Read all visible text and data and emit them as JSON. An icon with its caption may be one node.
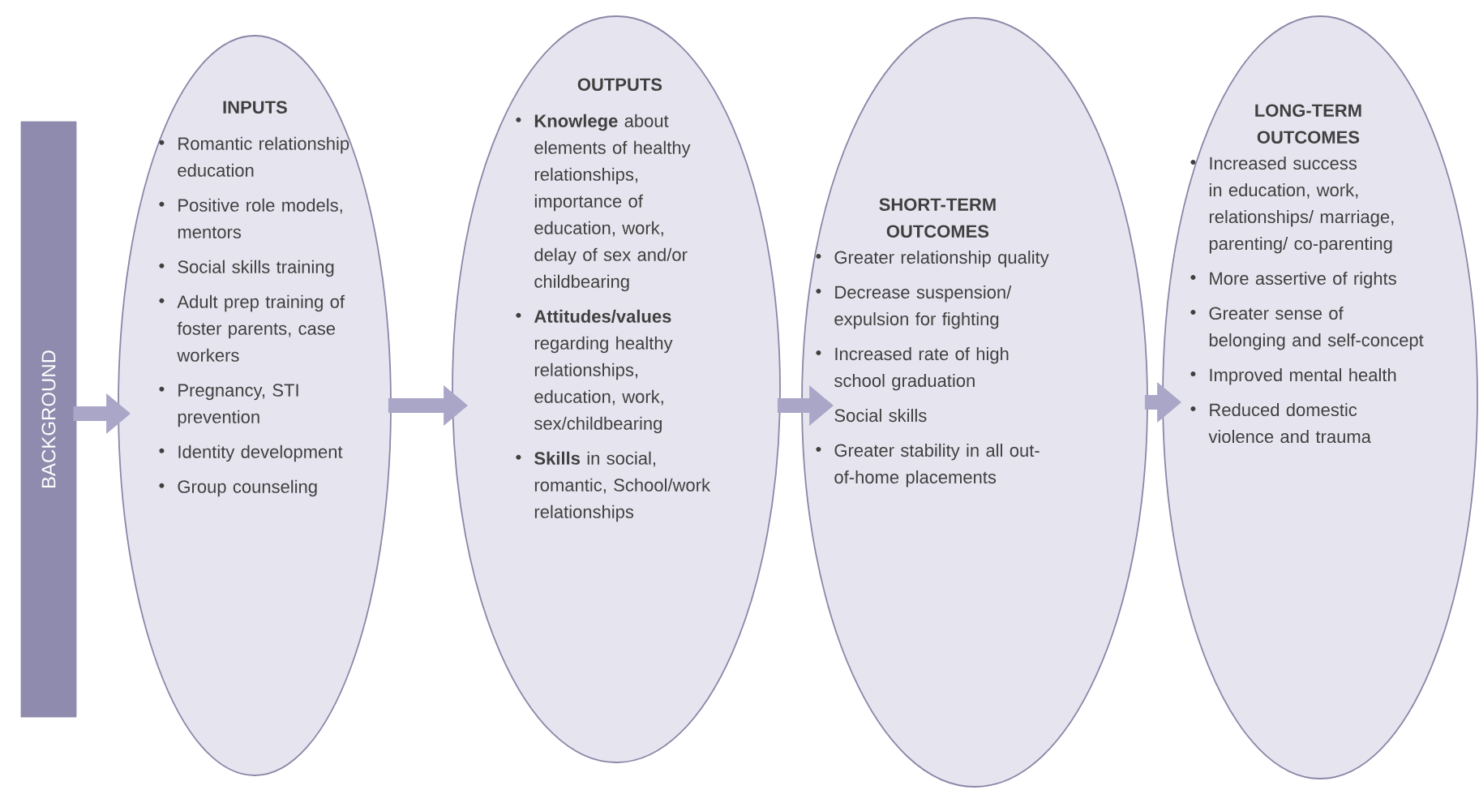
{
  "diagram": {
    "nodes": [
      {
        "text": [
          "BACKGROUND"
        ]
      },
      {
        "text": [
          "INPUTS",
          "Romantic relationship education",
          "Positive role models, mentors",
          "Social skills training",
          "Adult prep training of foster parents, case workers",
          "Pregnancy, STI prevention",
          "Identity development",
          "Group counseling"
        ]
      },
      {
        "text": [
          "OUTPUTS",
          "**Knowlege** about elements of healthy relationships, importance of education, work, delay of sex and/or childbearing",
          "**Attitudes/values** regarding healthy relationships, education, work, sex/childbearing",
          "**Skills** in social, romantic, School/work relationships"
        ]
      },
      {
        "text": [
          "SHORT-TERM OUTCOMES",
          "Greater relationship quality",
          "Decrease suspension/ expulsion for fighting",
          "Increased rate of high school graduation",
          "Social skills",
          "Greater stability in all out-of-home placements"
        ]
      },
      {
        "text": [
          "LONG-TERM OUTCOMES",
          "Increased success in education, work, relationships/ marriage, parenting/ co-parenting",
          "More assertive of rights",
          "Greater sense of belonging and self-concept",
          "Improved mental health",
          "Reduced domestic violence and trauma"
        ]
      }
    ],
    "edges": [
      {
        "from": 0,
        "to": 1,
        "arrow": "to"
      },
      {
        "from": 1,
        "to": 2,
        "arrow": "to"
      },
      {
        "from": 2,
        "to": 3,
        "arrow": "to"
      },
      {
        "from": 3,
        "to": 4,
        "arrow": "to"
      }
    ]
  }
}
